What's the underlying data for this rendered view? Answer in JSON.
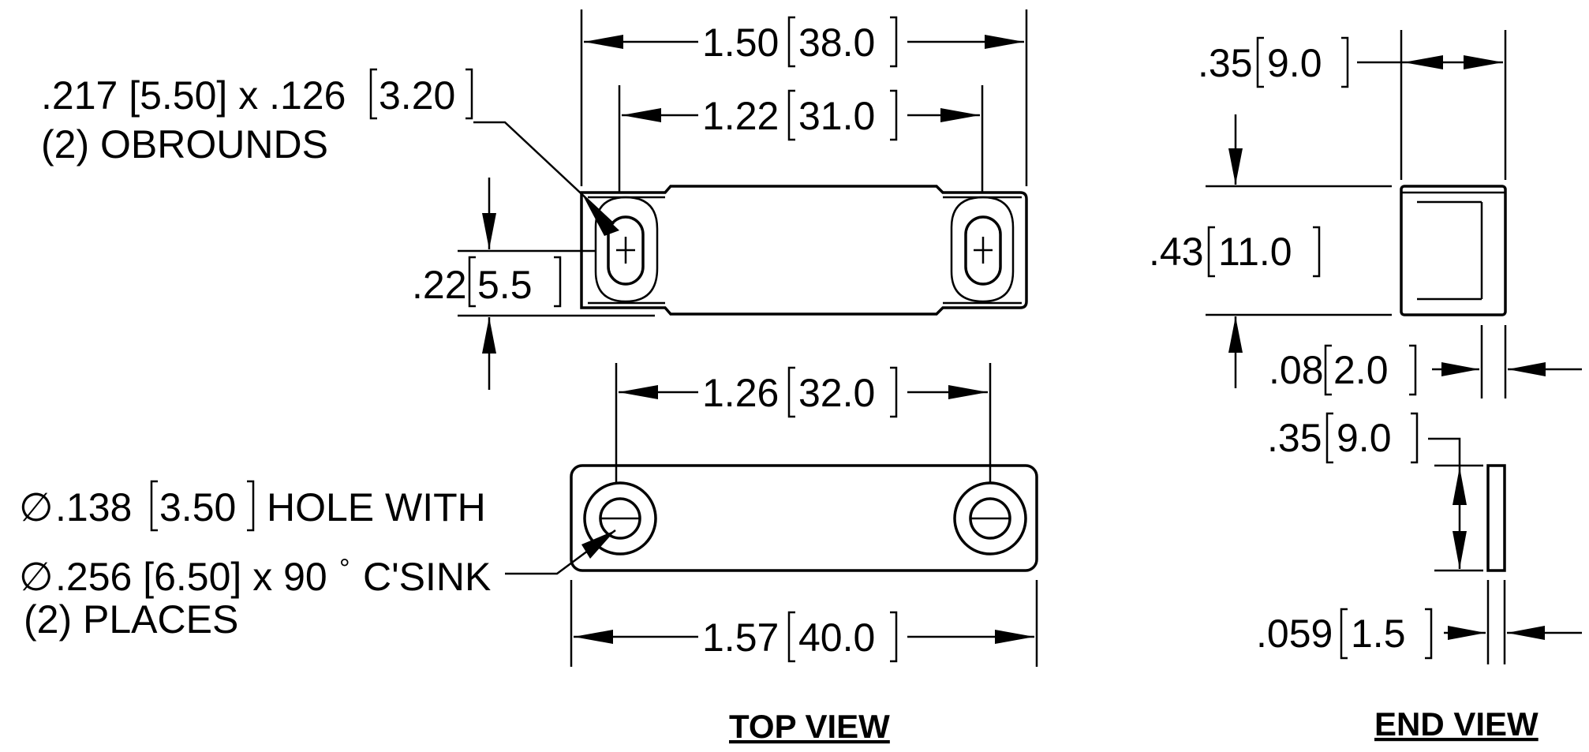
{
  "views": {
    "top_title": "TOP VIEW",
    "end_title": "END VIEW"
  },
  "top_view": {
    "dim_overall_upper": [
      "1.50",
      "38.0"
    ],
    "dim_slot_centers": [
      "1.22",
      "31.0"
    ],
    "dim_height": [
      ".22",
      "5.5"
    ],
    "dim_hole_centers": [
      "1.26",
      "32.0"
    ],
    "dim_overall_lower": [
      "1.57",
      "40.0"
    ],
    "note_obround_line1": ".217 [5.50] x .126",
    "note_obround_bracket": "3.20",
    "note_obround_line2": "(2) OBROUNDS",
    "note_hole_dia": ".138",
    "note_hole_bracket": "3.50",
    "note_hole_suffix": "HOLE WITH",
    "note_csink_dia": ".256 [6.50] x 90",
    "note_csink_suffix": "C'SINK",
    "note_places": "(2) PLACES"
  },
  "end_view": {
    "dim_width_top": [
      ".35",
      "9.0"
    ],
    "dim_height": [
      ".43",
      "11.0"
    ],
    "dim_wall": [
      ".08",
      "2.0"
    ],
    "dim_width_bottom": [
      ".35",
      "9.0"
    ],
    "dim_thickness": [
      ".059",
      "1.5"
    ]
  },
  "symbols": {
    "diameter": "∅",
    "degree": "°"
  }
}
